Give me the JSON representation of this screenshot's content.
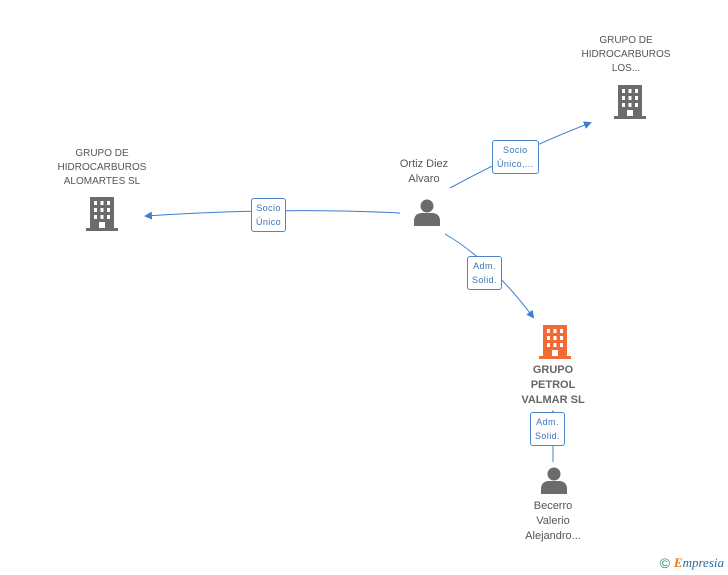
{
  "nodes": {
    "ortiz": {
      "lines": [
        "Ortiz Diez",
        "Alvaro"
      ]
    },
    "grupo_los": {
      "lines": [
        "GRUPO DE",
        "HIDROCARBUROS",
        "LOS..."
      ]
    },
    "grupo_alomartes": {
      "lines": [
        "GRUPO DE",
        "HIDROCARBUROS",
        "ALOMARTES  SL"
      ]
    },
    "petrol": {
      "lines": [
        "GRUPO",
        "PETROL",
        "VALMAR SL"
      ]
    },
    "becerro": {
      "lines": [
        "Becerro",
        "Valerio",
        "Alejandro..."
      ]
    }
  },
  "edges": {
    "ortiz_los": {
      "lines": [
        "Socio",
        "Único,..."
      ]
    },
    "ortiz_alomartes": {
      "lines": [
        "Socio",
        "Único"
      ]
    },
    "ortiz_petrol": {
      "lines": [
        "Adm.",
        "Solid."
      ]
    },
    "becerro_petrol": {
      "lines": [
        "Adm.",
        "Solid."
      ]
    }
  },
  "colors": {
    "edge": "#3d7fd0",
    "building": "#6b6b6b",
    "main_building": "#f26a35",
    "person": "#6b6b6b"
  },
  "footer": {
    "copyright": "©",
    "brand_initial": "E",
    "brand_rest": "mpresia"
  }
}
